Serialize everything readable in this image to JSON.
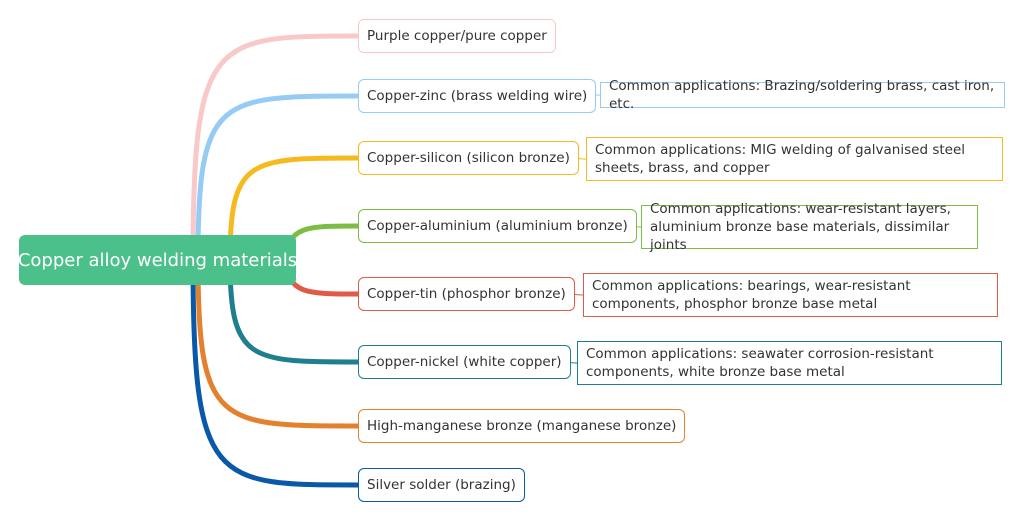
{
  "root": {
    "label": "Copper alloy welding materials",
    "color": "#4cc08a"
  },
  "branches": [
    {
      "label": "Purple copper/pure copper",
      "color": "#f9c8c8",
      "application": null
    },
    {
      "label": "Copper-zinc (brass welding wire)",
      "color": "#96cbf6",
      "application": "Common applications: Brazing/soldering brass, cast iron, etc."
    },
    {
      "label": "Copper-silicon (silicon bronze)",
      "color": "#f5bb1e",
      "application": "Common applications: MIG welding of galvanised steel sheets, brass, and copper"
    },
    {
      "label": "Copper-aluminium (aluminium bronze)",
      "color": "#7cbd43",
      "application": "Common applications: wear-resistant layers, aluminium bronze base materials, dissimilar joints"
    },
    {
      "label": "Copper-tin (phosphor bronze)",
      "color": "#e05a4a",
      "application": "Common applications: bearings, wear-resistant components, phosphor bronze base metal"
    },
    {
      "label": "Copper-nickel (white copper)",
      "color": "#1f7f8e",
      "application": "Common applications: seawater corrosion-resistant components, white bronze base metal"
    },
    {
      "label": "High-manganese bronze (manganese bronze)",
      "color": "#e3812f",
      "application": null
    },
    {
      "label": "Silver solder (brazing)",
      "color": "#0a59a8",
      "application": null
    }
  ]
}
